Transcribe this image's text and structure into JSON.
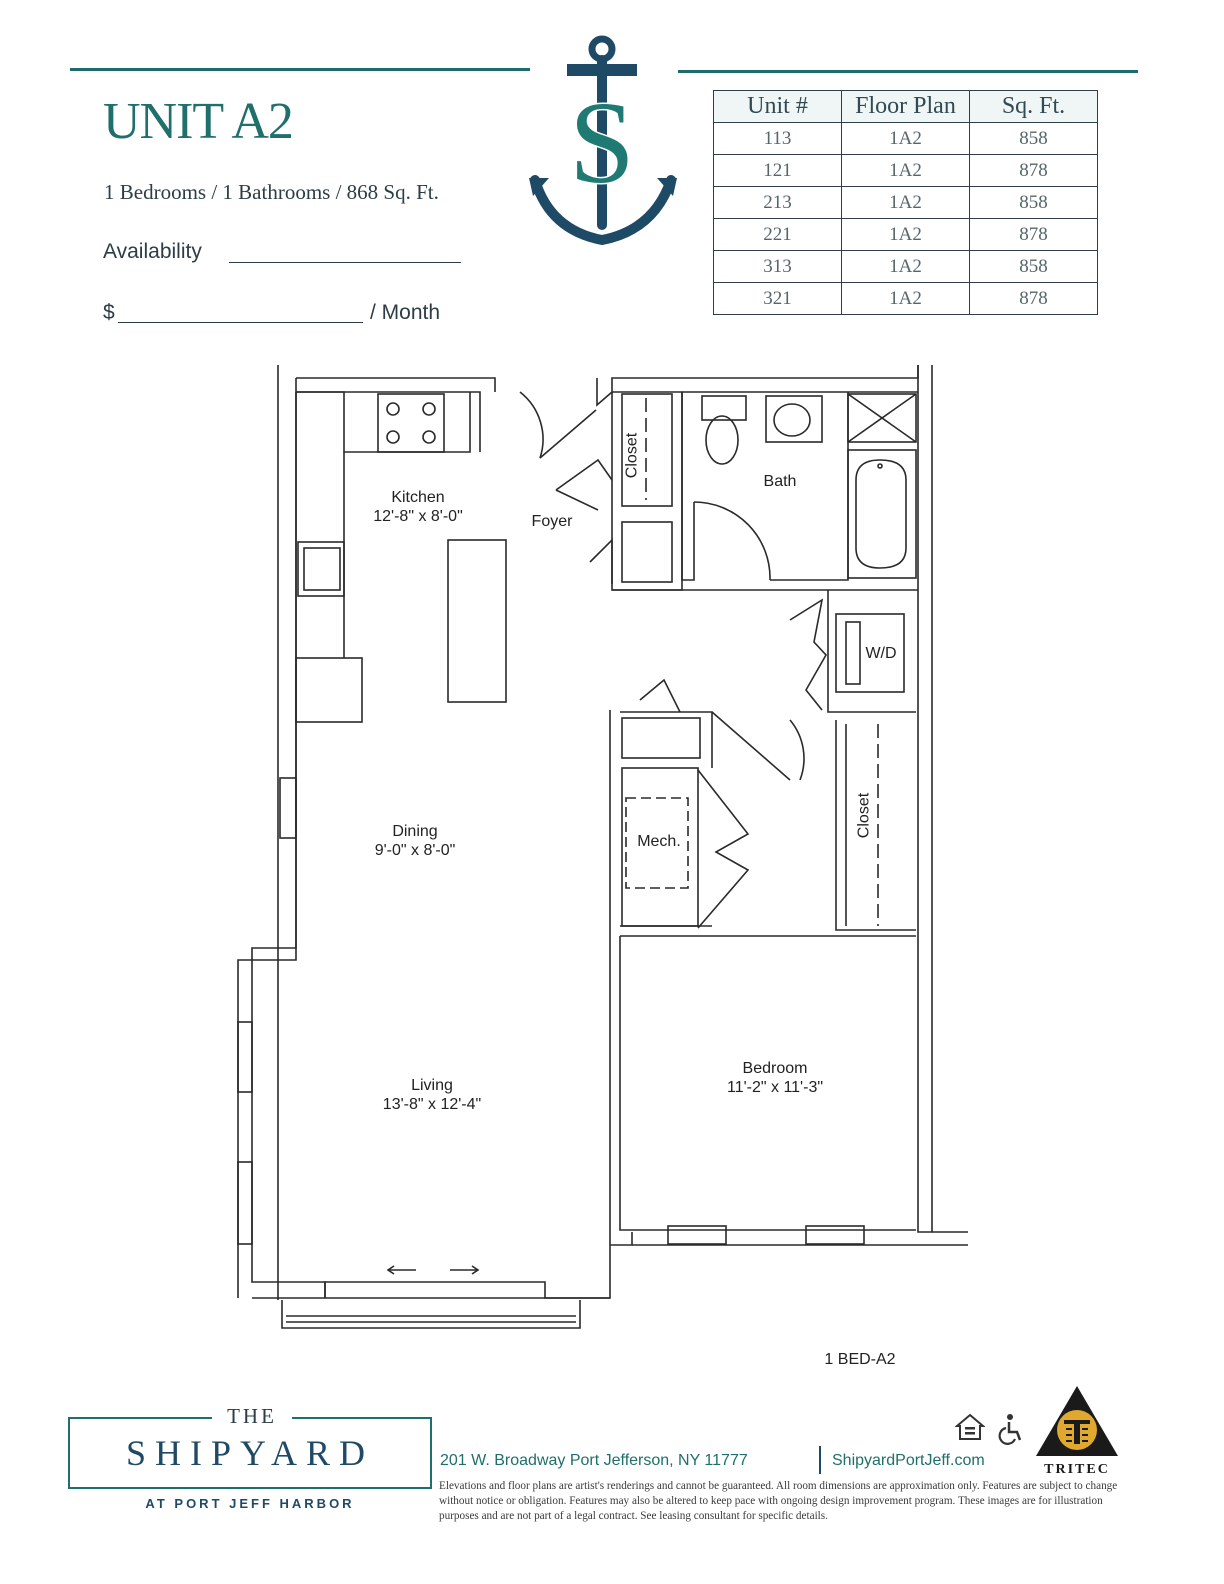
{
  "header": {
    "unit_title": "UNIT A2",
    "summary": "1 Bedrooms / 1 Bathrooms / 868  Sq. Ft.",
    "availability_label": "Availability",
    "price_prefix": "$",
    "price_suffix": "/ Month",
    "logo_letter": "S"
  },
  "units_table": {
    "columns": [
      "Unit #",
      "Floor Plan",
      "Sq. Ft."
    ],
    "rows": [
      [
        "113",
        "1A2",
        "858"
      ],
      [
        "121",
        "1A2",
        "878"
      ],
      [
        "213",
        "1A2",
        "858"
      ],
      [
        "221",
        "1A2",
        "878"
      ],
      [
        "313",
        "1A2",
        "858"
      ],
      [
        "321",
        "1A2",
        "878"
      ]
    ]
  },
  "floorplan": {
    "kitchen": {
      "name": "Kitchen",
      "dims": "12'-8\" x 8'-0\""
    },
    "foyer": {
      "name": "Foyer"
    },
    "closet_top": {
      "name": "Closet"
    },
    "bath": {
      "name": "Bath"
    },
    "wd": {
      "name": "W/D"
    },
    "mech": {
      "name": "Mech."
    },
    "closet_bed": {
      "name": "Closet"
    },
    "dining": {
      "name": "Dining",
      "dims": "9'-0\" x 8'-0\""
    },
    "living": {
      "name": "Living",
      "dims": "13'-8\" x 12'-4\""
    },
    "bedroom": {
      "name": "Bedroom",
      "dims": "11'-2\" x 11'-3\""
    },
    "plan_code": "1 BED-A2"
  },
  "footer": {
    "brand_the": "THE",
    "brand_name": "SHIPYARD",
    "brand_sub": "AT PORT JEFF HARBOR",
    "address": "201 W. Broadway Port Jefferson, NY 11777",
    "website": "ShipyardPortJeff.com",
    "developer": "TRITEC",
    "disclaimer": "Elevations and floor plans are artist's renderings and cannot be guaranteed. All room dimensions are approximation only. Features are subject to change without notice or obligation. Features may also be altered to keep pace with ongoing design improvement program. These images are for illustration purposes and are not part of a legal contract. See leasing consultant for specific details."
  },
  "colors": {
    "brand_teal": "#1f6f6c",
    "navy": "#1f4a66",
    "gold": "#e0a82e"
  }
}
